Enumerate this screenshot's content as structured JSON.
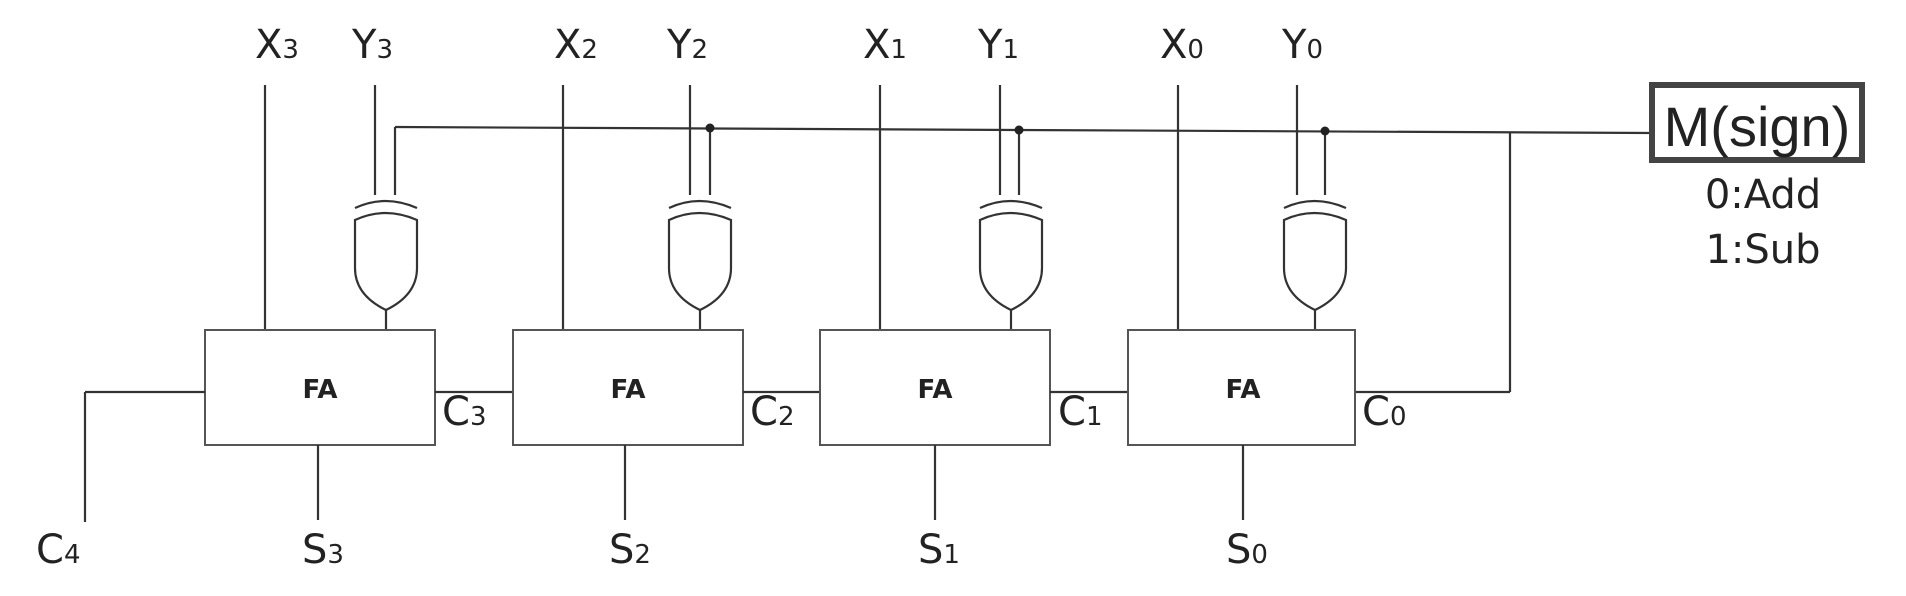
{
  "fa_label": "FA",
  "inputs": [
    {
      "x_base": "X",
      "x_sub": "3",
      "y_base": "Y",
      "y_sub": "3"
    },
    {
      "x_base": "X",
      "x_sub": "2",
      "y_base": "Y",
      "y_sub": "2"
    },
    {
      "x_base": "X",
      "x_sub": "1",
      "y_base": "Y",
      "y_sub": "1"
    },
    {
      "x_base": "X",
      "x_sub": "0",
      "y_base": "Y",
      "y_sub": "0"
    }
  ],
  "sums": [
    {
      "base": "S",
      "sub": "3"
    },
    {
      "base": "S",
      "sub": "2"
    },
    {
      "base": "S",
      "sub": "1"
    },
    {
      "base": "S",
      "sub": "0"
    }
  ],
  "carries": [
    {
      "base": "C",
      "sub": "3"
    },
    {
      "base": "C",
      "sub": "2"
    },
    {
      "base": "C",
      "sub": "1"
    },
    {
      "base": "C",
      "sub": "0"
    }
  ],
  "carry_out": {
    "base": "C",
    "sub": "4"
  },
  "control": {
    "label": "M(sign)",
    "legend": [
      "0:Add",
      "1:Sub"
    ]
  }
}
